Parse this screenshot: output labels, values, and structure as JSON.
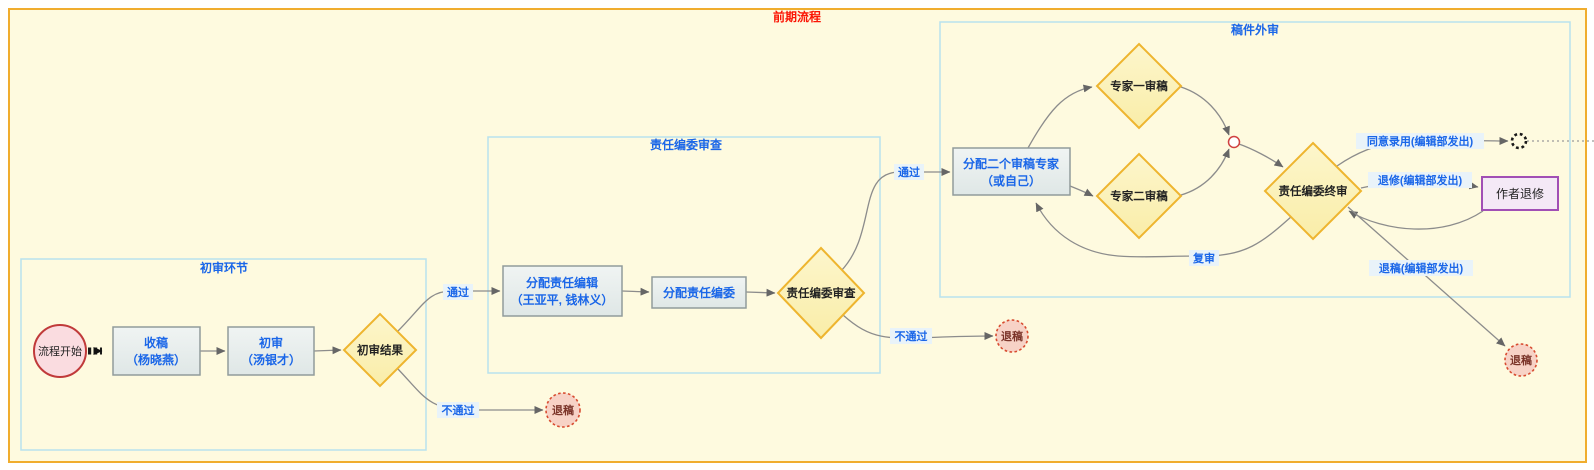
{
  "title": "前期流程",
  "sections": {
    "initial": {
      "label": "初审环节"
    },
    "board": {
      "label": "责任编委审查"
    },
    "external": {
      "label": "稿件外审"
    }
  },
  "nodes": {
    "start": {
      "label": "流程开始"
    },
    "receive": {
      "line1": "收稿",
      "line2": "（杨晓燕）"
    },
    "first_review": {
      "line1": "初审",
      "line2": "（汤银才）"
    },
    "first_result": {
      "label": "初审结果"
    },
    "assign_editor": {
      "line1": "分配责任编辑",
      "line2": "（王亚平, 钱林义）"
    },
    "assign_board": {
      "label": "分配责任编委"
    },
    "board_review": {
      "label": "责任编委审查"
    },
    "assign_experts": {
      "line1": "分配二个审稿专家",
      "line2": "（或自己）"
    },
    "expert1": {
      "label": "专家一审稿"
    },
    "expert2": {
      "label": "专家二审稿"
    },
    "final_review": {
      "label": "责任编委终审"
    },
    "author_revision": {
      "label": "作者退修"
    },
    "reject_initial": {
      "label": "退稿"
    },
    "reject_board": {
      "label": "退稿"
    },
    "reject_final": {
      "label": "退稿"
    }
  },
  "edge_labels": {
    "initial_pass": "通过",
    "initial_fail": "不通过",
    "board_pass": "通过",
    "board_fail": "不通过",
    "accept": "同意录用(编辑部发出)",
    "revise": "退修(编辑部发出)",
    "reject": "退稿(编辑部发出)",
    "re_review": "复审"
  },
  "colors": {
    "canvas_fill": "#FEFADF",
    "canvas_border": "#F0AD2E",
    "section_border": "#B8E2EE",
    "section_label": "#1A66E8",
    "title": "#FB1505",
    "process_fill": "#EAEFEE",
    "process_border": "#919B9B",
    "process_text": "#1A66E8",
    "decision_fill": "#FCF3BA",
    "decision_border": "#EEB52F",
    "start_fill": "#FADCE0",
    "start_border": "#C03A3A",
    "reject_fill": "#F7D2C6",
    "reject_border": "#D84C30",
    "author_fill": "#F4E9F6",
    "author_border": "#A14FB5",
    "edge": "#8C8C8C",
    "edge_label": "#1A66E8"
  }
}
